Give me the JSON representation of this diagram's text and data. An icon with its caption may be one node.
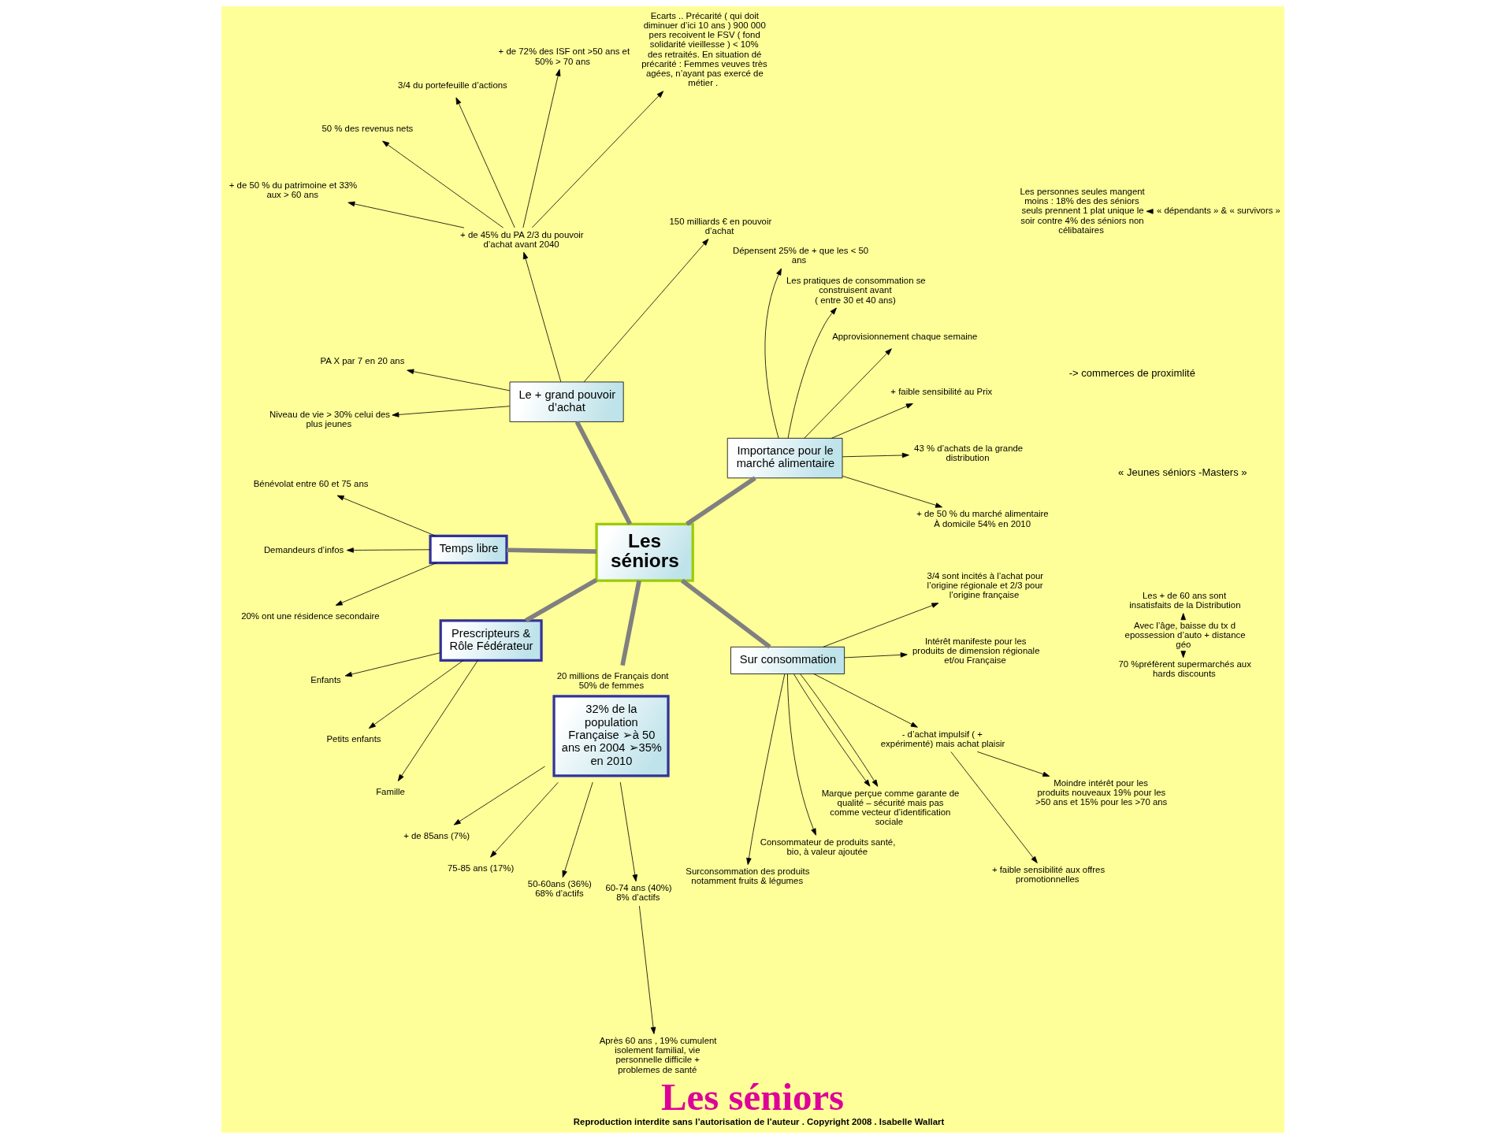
{
  "diagram": {
    "title": "Les séniors",
    "caption": "Reproduction interdite sans l’autorisation de l’auteur . Copyright 2008 . Isabelle Wallart",
    "nodes": [
      {
        "text": [
          "Les séniors"
        ]
      },
      {
        "text": [
          "Importance pour le marché alimentaire"
        ]
      },
      {
        "text": [
          "Le + grand pouvoir d’achat"
        ]
      },
      {
        "text": [
          "Temps libre"
        ]
      },
      {
        "text": [
          "Prescripteurs & Rôle Fédérateur"
        ]
      },
      {
        "text": [
          "32% de la population Française ➢à 50 ans en 2004 ➢35% en 2010"
        ],
        "beside": [
          "20 millions de Français dont 50% de femmes"
        ]
      },
      {
        "text": [
          "Sur consommation"
        ]
      },
      {
        "text": [
          "Les + de 60 ans sont insatisfaits de la Distribution"
        ]
      },
      {
        "text": [
          "70 %préfèrent supermarchés aux hards discounts"
        ]
      },
      {
        "text": [
          "Avec l’âge, baisse du tx d epossession d’auto + distance géo"
        ]
      },
      {
        "text": [
          "+ de 50 % du marché alimentaire À domicile 54% en 2010"
        ]
      },
      {
        "text": [
          "43 % d’achats de la grande distribution"
        ]
      },
      {
        "text": [
          "+ faible sensibilité au Prix"
        ]
      },
      {
        "text": [
          "Approvisionnement chaque semaine"
        ]
      },
      {
        "text": [
          "Les pratiques de consommation se construisent avant",
          "( entre 30 et 40 ans)"
        ]
      },
      {
        "text": [
          "Dépensent 25% de + que les < 50 ans"
        ]
      },
      {
        "text": [
          "Ecarts .. Précarité ( qui doit diminuer d’ici 10 ans ) 900 000 pers recoivent le FSV ( fond solidarité vieillesse ) < 10% des retraités. En situation dé précarité : Femmes veuves très agées, n’ayant pas exercé de métier ."
        ]
      },
      {
        "text": [
          "150 milliards € en pouvoir d’achat"
        ]
      },
      {
        "text": [
          "+ de 45% du PA 2/3 du pouvoir d’achat avant 2040"
        ]
      },
      {
        "text": [
          "PA X par 7 en 20 ans"
        ]
      },
      {
        "text": [
          "Niveau de vie > 30% celui des plus jeunes"
        ]
      },
      {
        "text": [
          "+ de 72% des ISF ont >50 ans et 50% > 70 ans"
        ]
      },
      {
        "text": [
          "3/4 du portefeuille d’actions"
        ]
      },
      {
        "text": [
          "50 % des revenus nets"
        ]
      },
      {
        "text": [
          "+ de 50 % du patrimoine et 33% aux > 60 ans"
        ]
      },
      {
        "text": [
          "Bénévolat entre 60 et 75 ans"
        ]
      },
      {
        "text": [
          "Demandeurs d’infos"
        ]
      },
      {
        "text": [
          "20% ont une résidence secondaire"
        ]
      },
      {
        "text": [
          "Enfants"
        ]
      },
      {
        "text": [
          "Petits enfants"
        ]
      },
      {
        "text": [
          "Famille"
        ]
      },
      {
        "text": [
          "+ de 85ans (7%)"
        ]
      },
      {
        "text": [
          "75-85 ans (17%)"
        ]
      },
      {
        "text": [
          "« dépendants » & « survivors »"
        ]
      },
      {
        "text": [
          "Les personnes seules mangent moins : 18% des des séniors seuls prennent 1 plat unique le soir contre 4% des séniors non célibataires"
        ]
      },
      {
        "text": [
          "50-60ans (36%)",
          "68% d’actifs"
        ]
      },
      {
        "text": [
          "60-74 ans (40%)",
          "8% d’actifs"
        ]
      },
      {
        "text": [
          "Après 60 ans , 19% cumulent isolement familial, vie personnelle difficile + problemes de santé"
        ]
      },
      {
        "text": [
          "Surconsommation des produits notamment fruits & légumes"
        ]
      },
      {
        "text": [
          "Consommateur de produits santé, bio, à valeur ajoutée"
        ]
      },
      {
        "text": [
          "Marque perçue comme garante de qualité – sécurité mais pas comme vecteur d’identification sociale"
        ]
      },
      {
        "text": [
          "- d’achat impulsif ( + expérimenté) mais achat plaisir"
        ]
      },
      {
        "text": [
          "+ faible sensibilité aux offres promotionnelles"
        ]
      },
      {
        "text": [
          "Moindre intérêt pour les produits nouveaux 19% pour les >50 ans et 15% pour les >70 ans"
        ]
      },
      {
        "text": [
          "Intérêt manifeste pour les produits de dimension régionale et/ou Française"
        ]
      },
      {
        "text": [
          "3/4 sont incités à l’achat pour l’origine régionale et 2/3 pour l’origine française"
        ]
      }
    ],
    "edges": [
      {
        "from": 0,
        "to": 1,
        "arrow": "none",
        "style": "thick",
        "color": "#808080"
      },
      {
        "from": 0,
        "to": 2,
        "arrow": "none",
        "style": "thick",
        "color": "#808080"
      },
      {
        "from": 0,
        "to": 3,
        "arrow": "none",
        "style": "thick",
        "color": "#808080"
      },
      {
        "from": 0,
        "to": 4,
        "arrow": "none",
        "style": "thick",
        "color": "#808080"
      },
      {
        "from": 0,
        "to": 5,
        "arrow": "none",
        "style": "thick",
        "color": "#808080"
      },
      {
        "from": 0,
        "to": 6,
        "arrow": "none",
        "style": "thick",
        "color": "#808080"
      },
      {
        "from": 9,
        "to": 8,
        "arrow": "to"
      },
      {
        "from": 9,
        "to": 7,
        "arrow": "to"
      },
      {
        "from": 1,
        "to": 10,
        "arrow": "to"
      },
      {
        "from": 1,
        "to": 11,
        "arrow": "to"
      },
      {
        "from": 1,
        "to": 12,
        "arrow": "to"
      },
      {
        "from": 1,
        "to": 13,
        "arrow": "to"
      },
      {
        "from": 1,
        "to": 14,
        "arrow": "to"
      },
      {
        "from": 1,
        "to": 15,
        "arrow": "to"
      },
      {
        "from": 2,
        "to": 17,
        "arrow": "to"
      },
      {
        "from": 2,
        "to": 18,
        "arrow": "to"
      },
      {
        "from": 2,
        "to": 19,
        "arrow": "to"
      },
      {
        "from": 2,
        "to": 20,
        "arrow": "to"
      },
      {
        "from": 18,
        "to": 16,
        "arrow": "to"
      },
      {
        "from": 18,
        "to": 21,
        "arrow": "to"
      },
      {
        "from": 18,
        "to": 22,
        "arrow": "to"
      },
      {
        "from": 18,
        "to": 23,
        "arrow": "to"
      },
      {
        "from": 18,
        "to": 24,
        "arrow": "to"
      },
      {
        "from": 3,
        "to": 25,
        "arrow": "to"
      },
      {
        "from": 3,
        "to": 26,
        "arrow": "to"
      },
      {
        "from": 3,
        "to": 27,
        "arrow": "to"
      },
      {
        "from": 4,
        "to": 28,
        "arrow": "to"
      },
      {
        "from": 4,
        "to": 29,
        "arrow": "to"
      },
      {
        "from": 4,
        "to": 30,
        "arrow": "to"
      },
      {
        "from": 5,
        "to": 31,
        "arrow": "to"
      },
      {
        "from": 5,
        "to": 32,
        "arrow": "to"
      },
      {
        "from": 33,
        "to": 34,
        "arrow": "to"
      },
      {
        "from": 5,
        "to": 35,
        "arrow": "to"
      },
      {
        "from": 5,
        "to": 36,
        "arrow": "to"
      },
      {
        "from": 36,
        "to": 37,
        "arrow": "to"
      },
      {
        "from": 6,
        "to": 38,
        "arrow": "to"
      },
      {
        "from": 6,
        "to": 39,
        "arrow": "to"
      },
      {
        "from": 6,
        "to": 40,
        "arrow": "to"
      },
      {
        "from": 6,
        "to": 40,
        "arrow": "to"
      },
      {
        "from": 6,
        "to": 41,
        "arrow": "to"
      },
      {
        "from": 41,
        "to": 42,
        "arrow": "to"
      },
      {
        "from": 41,
        "to": 43,
        "arrow": "to"
      },
      {
        "from": 6,
        "to": 44,
        "arrow": "to"
      },
      {
        "from": 6,
        "to": 45,
        "arrow": "to"
      }
    ],
    "labels": [
      "-> commerces de proximlité",
      "« Jeunes séniors -Masters »"
    ]
  }
}
